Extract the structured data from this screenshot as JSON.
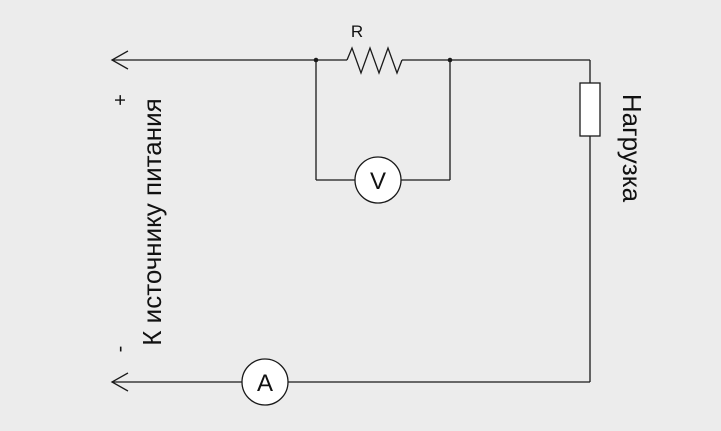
{
  "diagram": {
    "resistor_label": "R",
    "voltmeter_label": "V",
    "ammeter_label": "A",
    "load_label": "Нагрузка",
    "source_label": "К источнику питания",
    "plus_sign": "+",
    "minus_sign": "-"
  },
  "colors": {
    "background": "#ececec",
    "ink": "#1a1a1a"
  }
}
